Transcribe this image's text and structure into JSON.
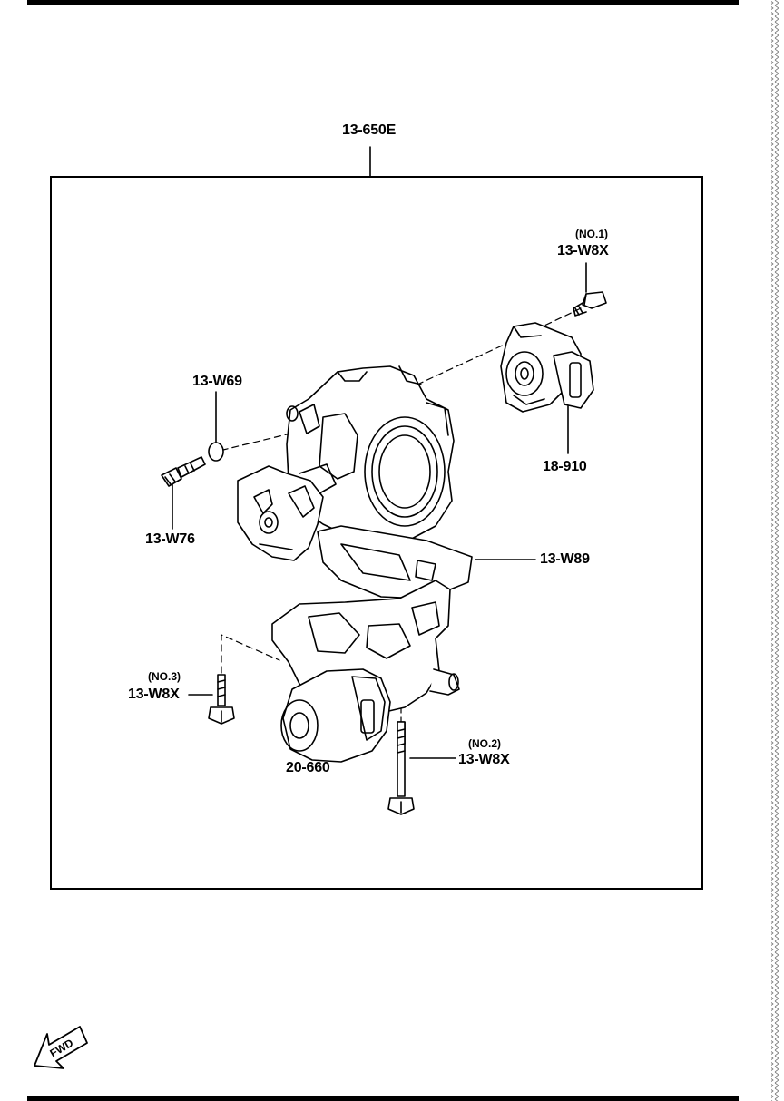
{
  "labels": {
    "assembly": "13-650E",
    "no1_note": "(NO.1)",
    "bolt_no1": "13-W8X",
    "o_ring": "13-W69",
    "screw": "13-W76",
    "sensor": "18-910",
    "gasket": "13-W89",
    "no3_note": "(NO.3)",
    "bolt_no3": "13-W8X",
    "valve": "20-660",
    "no2_note": "(NO.2)",
    "bolt_no2": "13-W8X"
  },
  "direction": {
    "text": "FWD"
  },
  "icons": {
    "direction": "fwd-arrow-icon"
  }
}
